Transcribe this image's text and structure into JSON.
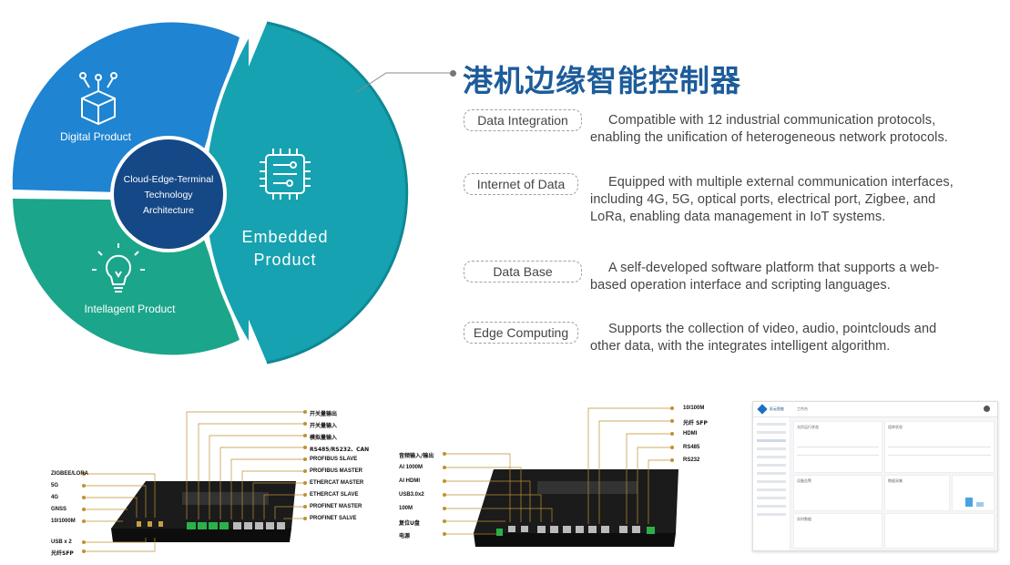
{
  "wheel": {
    "center_label_1": "Cloud-Edge-Terminal",
    "center_label_2": "Technology",
    "center_label_3": "Architecture",
    "digital_label": "Digital Product",
    "intelligent_label": "Intellagent Product",
    "embedded_label_1": "Embedded",
    "embedded_label_2": "Product",
    "colors": {
      "digital": "#1f84d1",
      "intelligent": "#1ba58b",
      "embedded": "#16a2b0",
      "center": "#144887"
    }
  },
  "title": "港机边缘智能控制器",
  "features": [
    {
      "label": "Data Integration",
      "lines": [
        "Compatible with 12 industrial communication protocols,",
        "enabling the unification of heterogeneous network protocols."
      ]
    },
    {
      "label": "Internet of Data",
      "lines": [
        "Equipped with multiple external communication interfaces,",
        "including 4G, 5G, optical ports, electrical port, Zigbee, and",
        "LoRa, enabling data management in IoT systems."
      ]
    },
    {
      "label": "Data Base",
      "lines": [
        "A self-developed software platform that supports a web-",
        "based operation interface and scripting languages."
      ]
    },
    {
      "label": "Edge Computing",
      "lines": [
        "Supports the collection of video, audio, pointclouds and",
        "other data, with the integrates intelligent algorithm."
      ]
    }
  ],
  "device1": {
    "left_labels": [
      "ZIGBEE/LORA",
      "5G",
      "4G",
      "GNSS",
      "10/1000M",
      "USB x 2",
      "光纤SFP"
    ],
    "top_labels": [
      "开关量输出",
      "开关量输入",
      "模拟量输入",
      "RS485/RS232、CAN",
      "PROFIBUS SLAVE",
      "PROFIBUS MASTER",
      "ETHERCAT MASTER",
      "ETHERCAT SLAVE",
      "PROFINET MASTER",
      "PROFINET SALVE"
    ]
  },
  "device2": {
    "left_labels": [
      "音频输入/输出",
      "AI 1000M",
      "AI HDMI",
      "USB3.0x2",
      "100M",
      "复位U盘",
      "电源"
    ],
    "right_labels": [
      "10/100M",
      "光纤 SFP",
      "HDMI",
      "RS485",
      "RS232"
    ]
  },
  "screenshot": {
    "brand": "彩云智能",
    "header_text": "工作台",
    "panel_titles": [
      "光伏运行状态",
      "组串状态",
      "设备告警",
      "数据采集",
      "实时数据"
    ]
  }
}
